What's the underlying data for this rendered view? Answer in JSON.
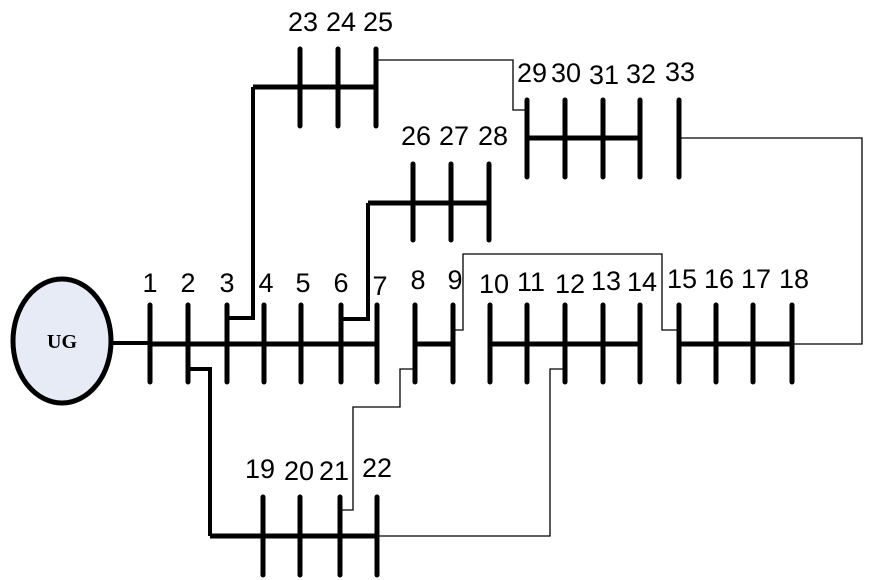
{
  "diagram": {
    "type": "33-bus radial distribution network single-line diagram",
    "source": {
      "label": "UG",
      "fill_color": "#e6ebf5",
      "stroke_color": "#000000"
    },
    "buses": [
      {
        "id": "1",
        "label": "1"
      },
      {
        "id": "2",
        "label": "2"
      },
      {
        "id": "3",
        "label": "3"
      },
      {
        "id": "4",
        "label": "4"
      },
      {
        "id": "5",
        "label": "5"
      },
      {
        "id": "6",
        "label": "6"
      },
      {
        "id": "7",
        "label": "7"
      },
      {
        "id": "8",
        "label": "8"
      },
      {
        "id": "9",
        "label": "9"
      },
      {
        "id": "10",
        "label": "10"
      },
      {
        "id": "11",
        "label": "11"
      },
      {
        "id": "12",
        "label": "12"
      },
      {
        "id": "13",
        "label": "13"
      },
      {
        "id": "14",
        "label": "14"
      },
      {
        "id": "15",
        "label": "15"
      },
      {
        "id": "16",
        "label": "16"
      },
      {
        "id": "17",
        "label": "17"
      },
      {
        "id": "18",
        "label": "18"
      },
      {
        "id": "19",
        "label": "19"
      },
      {
        "id": "20",
        "label": "20"
      },
      {
        "id": "21",
        "label": "21"
      },
      {
        "id": "22",
        "label": "22"
      },
      {
        "id": "23",
        "label": "23"
      },
      {
        "id": "24",
        "label": "24"
      },
      {
        "id": "25",
        "label": "25"
      },
      {
        "id": "26",
        "label": "26"
      },
      {
        "id": "27",
        "label": "27"
      },
      {
        "id": "28",
        "label": "28"
      },
      {
        "id": "29",
        "label": "29"
      },
      {
        "id": "30",
        "label": "30"
      },
      {
        "id": "31",
        "label": "31"
      },
      {
        "id": "32",
        "label": "32"
      },
      {
        "id": "33",
        "label": "33"
      }
    ],
    "sections": [
      {
        "name": "main-feeder-a",
        "buses": [
          "1",
          "2",
          "3",
          "4",
          "5",
          "6",
          "7"
        ]
      },
      {
        "name": "main-feeder-b",
        "buses": [
          "8",
          "9"
        ]
      },
      {
        "name": "main-feeder-c",
        "buses": [
          "10",
          "11",
          "12",
          "13",
          "14"
        ]
      },
      {
        "name": "main-feeder-d",
        "buses": [
          "15",
          "16",
          "17",
          "18"
        ]
      },
      {
        "name": "lateral-19-22",
        "buses": [
          "19",
          "20",
          "21",
          "22"
        ],
        "fed_from": "2"
      },
      {
        "name": "lateral-23-25",
        "buses": [
          "23",
          "24",
          "25"
        ],
        "fed_from": "3"
      },
      {
        "name": "lateral-26-28",
        "buses": [
          "26",
          "27",
          "28"
        ],
        "fed_from": "6"
      },
      {
        "name": "lateral-29-32",
        "buses": [
          "29",
          "30",
          "31",
          "32"
        ]
      },
      {
        "name": "isolated-33",
        "buses": [
          "33"
        ]
      }
    ],
    "tie_lines": [
      {
        "from": "25",
        "to": "29"
      },
      {
        "from": "9",
        "to": "15"
      },
      {
        "from": "8",
        "to": "21"
      },
      {
        "from": "12",
        "to": "22"
      },
      {
        "from": "33",
        "to": "18"
      }
    ]
  }
}
